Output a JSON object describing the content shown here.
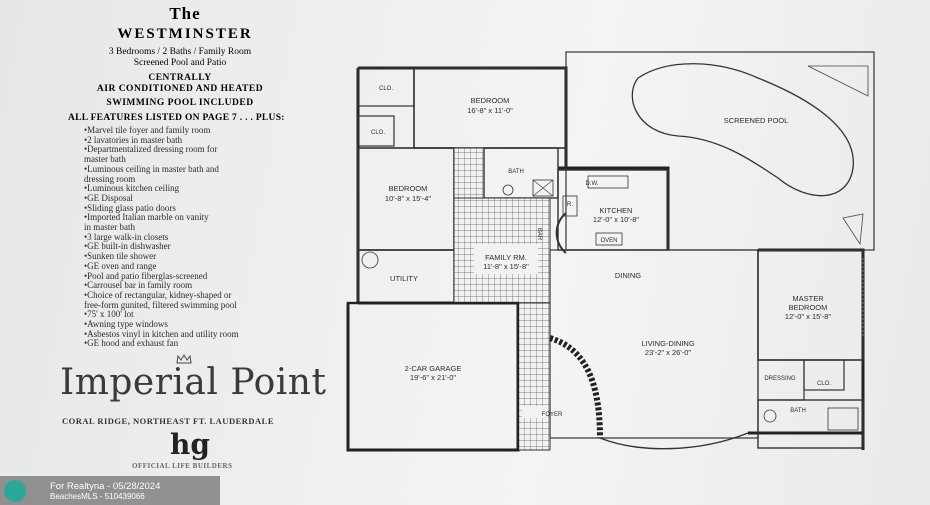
{
  "header": {
    "the": "The",
    "title": "WESTMINSTER"
  },
  "specs": {
    "rooms": "3 Bedrooms / 2 Baths / Family Room",
    "pool_patio": "Screened Pool and Patio",
    "ac1": "CENTRALLY",
    "ac2": "AIR CONDITIONED AND HEATED",
    "pool_included": "SWIMMING POOL INCLUDED"
  },
  "features_heading": "ALL FEATURES LISTED ON PAGE 7 . . . PLUS:",
  "features": [
    "Marvel tile foyer and family room",
    "2 lavatories in master bath",
    "Departmentalized dressing room for",
    "master bath",
    "Luminous ceiling in master bath and",
    "dressing room",
    "Luminous kitchen ceiling",
    "GE Disposal",
    "Sliding glass patio doors",
    "Imported Italian marble on vanity",
    "in master bath",
    "3 large walk-in closets",
    "GE built-in dishwasher",
    "Sunken tile shower",
    "GE oven and range",
    "Pool and patio fiberglas-screened",
    "Carrousel bar in family room",
    "Choice of rectangular, kidney-shaped or",
    "free-form gunited, filtered swimming pool",
    "75' x 100' lot",
    "Awning type windows",
    "Asbestos vinyl in kitchen and utility room",
    "GE hood and exhaust fan"
  ],
  "brand": {
    "logo_text": "Imperial Point",
    "location": "CORAL RIDGE, NORTHEAST FT. LAUDERDALE",
    "builder_mark": "hg",
    "builder_caption": "OFFICIAL LIFE BUILDERS"
  },
  "plan": {
    "bedroom_top": "BEDROOM",
    "bedroom_top_dim": "16'-8\" x 11'-0\"",
    "clo1": "CLO.",
    "clo2": "CLO.",
    "bedroom_mid": "BEDROOM",
    "bedroom_mid_dim": "10'-8\" x 15'-4\"",
    "bath": "BATH",
    "dw": "D.W.",
    "kitchen": "KITCHEN",
    "kitchen_dim": "12'-0\" x 10'-8\"",
    "r": "R.",
    "oven": "OVEN",
    "bar": "BAR",
    "utility": "UTILITY",
    "family": "FAMILY RM.",
    "family_dim": "11'-8\" x 15'-8\"",
    "screened_pool": "SCREENED POOL",
    "dining": "DINING",
    "living_dining": "LIVING-DINING",
    "living_dining_dim": "23'-2\" x 26'-0\"",
    "master": "MASTER",
    "master2": "BEDROOM",
    "master_dim": "12'-0\" x 15'-8\"",
    "dressing": "DRESSING",
    "clo3": "CLO.",
    "bath2": "BATH",
    "garage": "2-CAR GARAGE",
    "garage_dim": "19'-6\" x 21'-0\"",
    "foyer": "FOYER"
  },
  "watermark": {
    "line1": "For Realtyna - 05/28/2024",
    "line2": "BeachesMLS - 510439066"
  }
}
